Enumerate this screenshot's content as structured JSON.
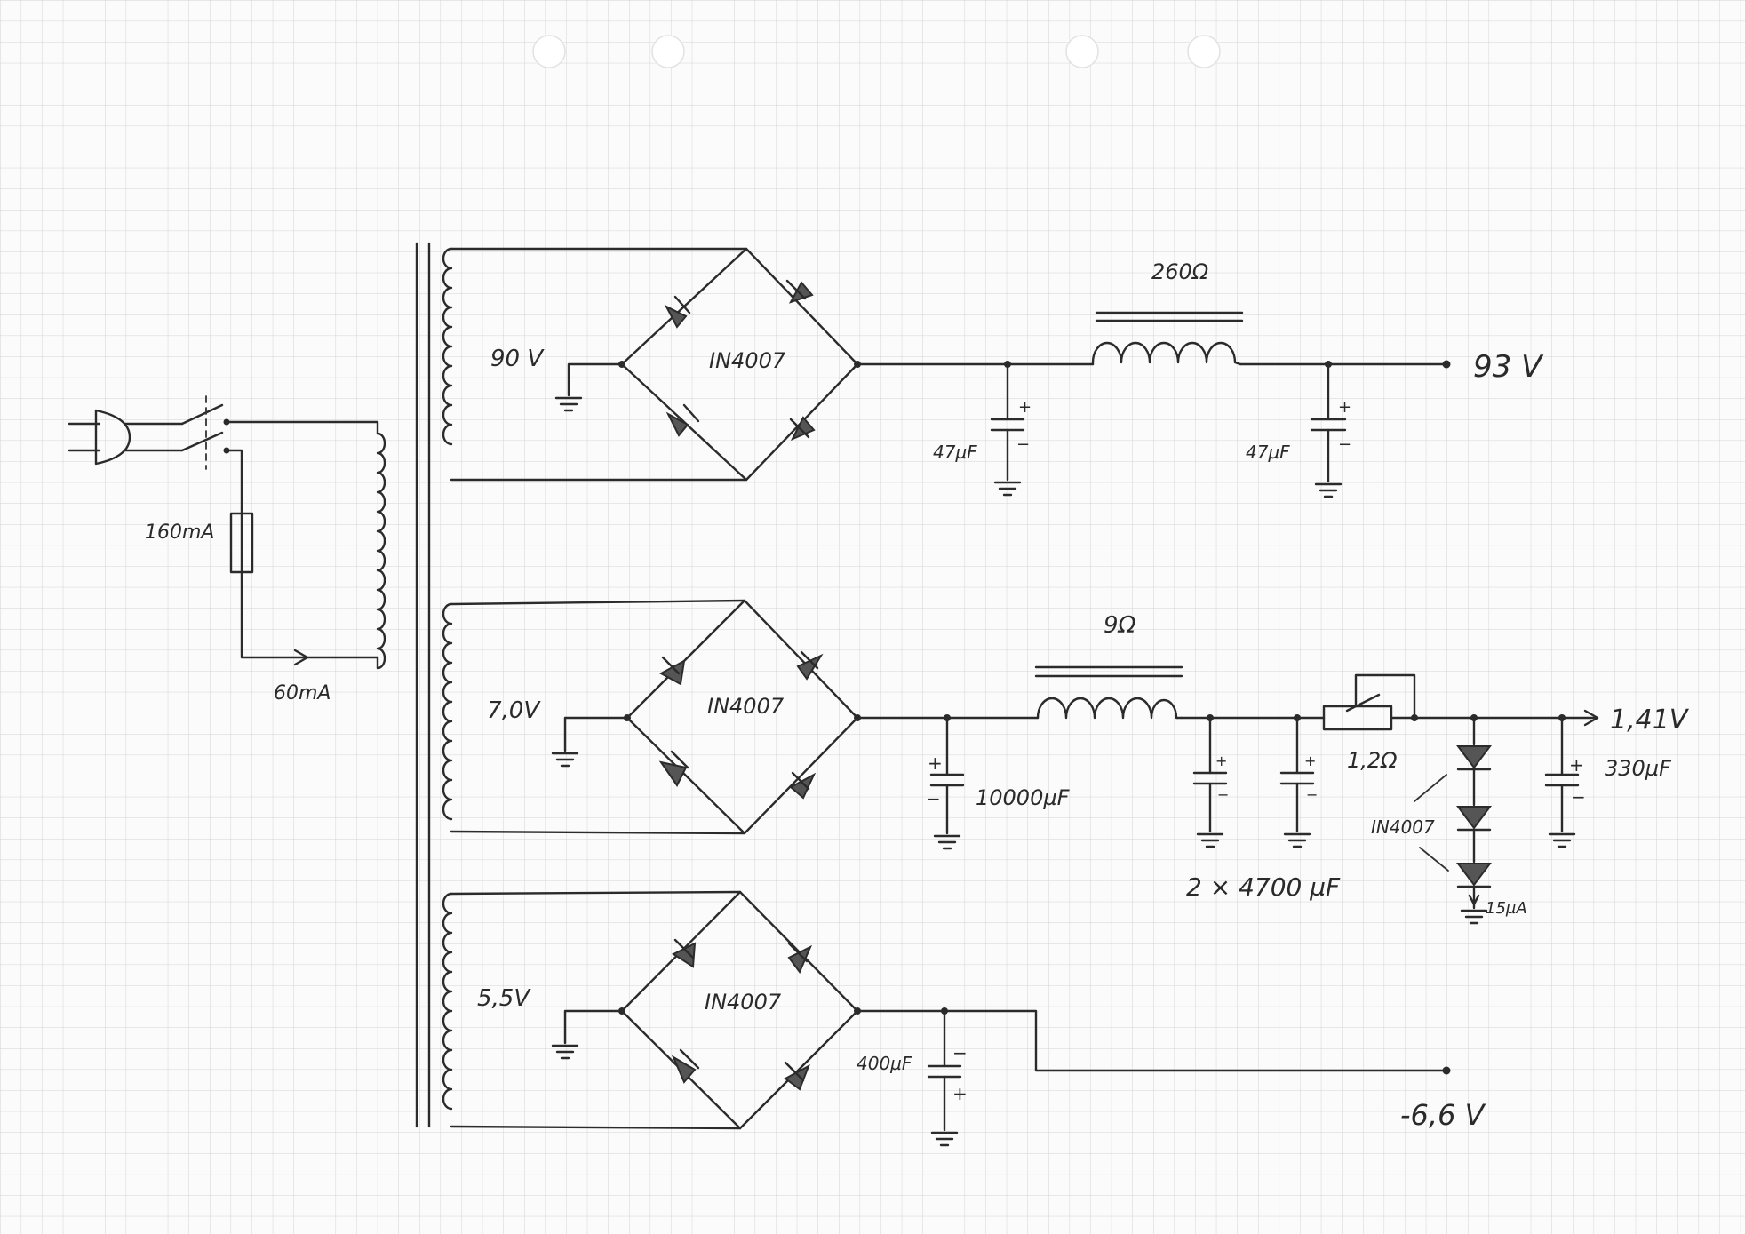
{
  "labels": {
    "fuse_rating": "160mA",
    "primary_current": "60mA",
    "hv_secondary": "90 V",
    "hv_bridge": "IN4007",
    "hv_choke": "260Ω",
    "hv_cap1": "47µF",
    "hv_cap2": "47µF",
    "hv_output": "93 V",
    "fil_secondary": "7,0V",
    "fil_bridge": "IN4007",
    "fil_choke": "9Ω",
    "fil_cap_main": "10000µF",
    "fil_cap_pair": "2 × 4700 µF",
    "fil_resistor": "1,2Ω",
    "fil_diode_chain": "IN4007",
    "fil_diode_current": "15µA",
    "fil_cap_out": "330µF",
    "fil_output": "1,41V",
    "bias_secondary": "5,5V",
    "bias_bridge": "IN4007",
    "bias_cap": "400µF",
    "bias_output": "-6,6 V"
  },
  "colors": {
    "paper": "#fbfbfb",
    "grid": "#d3d3d3",
    "pencil": "#2b2b2b"
  }
}
